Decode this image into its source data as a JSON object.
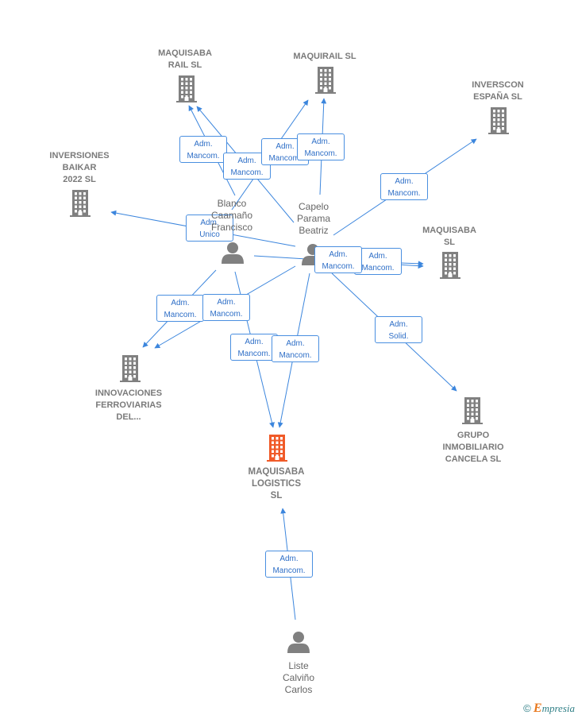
{
  "colors": {
    "edge": "#3c86dd",
    "company": "#808080",
    "focus": "#f05a28",
    "person": "#808080"
  },
  "companies": [
    {
      "id": "maquisaba_rail",
      "label": "MAQUISABA\nRAIL  SL",
      "icon": "building-icon"
    },
    {
      "id": "maquirail",
      "label": "MAQUIRAIL  SL",
      "icon": "building-icon"
    },
    {
      "id": "inverscon",
      "label": "INVERSCON\nESPAÑA  SL",
      "icon": "building-icon"
    },
    {
      "id": "inversiones_baikar",
      "label": "INVERSIONES\nBAIKAR\n2022  SL",
      "icon": "building-icon"
    },
    {
      "id": "maquisaba_sl",
      "label": "MAQUISABA\nSL",
      "icon": "building-icon"
    },
    {
      "id": "innovaciones",
      "label": "INNOVACIONES\nFERROVIARIAS\nDEL...",
      "icon": "building-icon"
    },
    {
      "id": "grupo_cancela",
      "label": "GRUPO\nINMOBILIARIO\nCANCELA  SL",
      "icon": "building-icon"
    },
    {
      "id": "maquisaba_logistics",
      "label": "MAQUISABA\nLOGISTICS\nSL",
      "icon": "building-icon",
      "focus": true
    }
  ],
  "people": [
    {
      "id": "blanco",
      "label": "Blanco\nCaamaño\nFrancisco",
      "icon": "person-icon"
    },
    {
      "id": "capelo",
      "label": "Capelo\nParama\nBeatriz",
      "icon": "person-icon"
    },
    {
      "id": "liste",
      "label": "Liste\nCalviño\nCarlos",
      "icon": "person-icon"
    }
  ],
  "edges": [
    {
      "from": "blanco",
      "to": "maquisaba_rail",
      "label": "Adm.\nMancom."
    },
    {
      "from": "capelo",
      "to": "maquisaba_rail",
      "label": "Adm.\nMancom."
    },
    {
      "from": "blanco",
      "to": "maquirail",
      "label": "Adm.\nMancom."
    },
    {
      "from": "capelo",
      "to": "maquirail",
      "label": "Adm.\nMancom."
    },
    {
      "from": "capelo",
      "to": "inverscon",
      "label": "Adm.\nMancom."
    },
    {
      "from": "capelo",
      "to": "inversiones_baikar",
      "label": "Adm.\nUnico"
    },
    {
      "from": "blanco",
      "to": "maquisaba_sl",
      "label": "Adm.\nMancom."
    },
    {
      "from": "capelo",
      "to": "maquisaba_sl",
      "label": "Adm.\nMancom."
    },
    {
      "from": "blanco",
      "to": "innovaciones",
      "label": "Adm.\nMancom."
    },
    {
      "from": "capelo",
      "to": "innovaciones",
      "label": "Adm.\nMancom."
    },
    {
      "from": "capelo",
      "to": "grupo_cancela",
      "label": "Adm.\nSolid."
    },
    {
      "from": "blanco",
      "to": "maquisaba_logistics",
      "label": "Adm.\nMancom."
    },
    {
      "from": "capelo",
      "to": "maquisaba_logistics",
      "label": "Adm.\nMancom."
    },
    {
      "from": "liste",
      "to": "maquisaba_logistics",
      "label": "Adm.\nMancom."
    }
  ],
  "footer": {
    "copyright": "©",
    "brand_initial": "E",
    "brand_rest": "mpresia"
  }
}
